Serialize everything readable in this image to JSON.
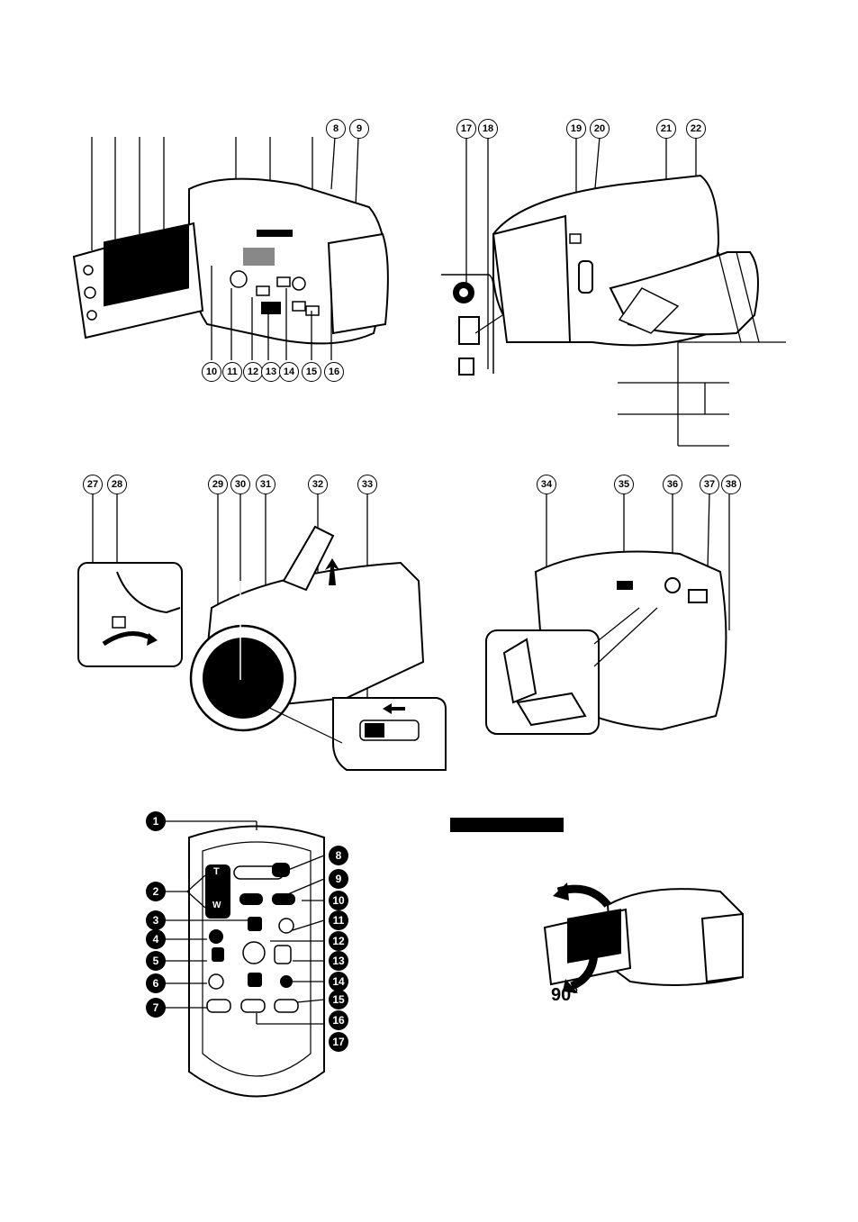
{
  "camera_front_labels": [
    "8",
    "9",
    "10",
    "11",
    "12",
    "13",
    "14",
    "15",
    "16"
  ],
  "camera_rear_labels": [
    "17",
    "18",
    "19",
    "20",
    "21",
    "22"
  ],
  "camera_bottom_left_labels": [
    "27",
    "28",
    "29",
    "30",
    "31",
    "32",
    "33"
  ],
  "camera_bottom_right_labels": [
    "34",
    "35",
    "36",
    "37",
    "38"
  ],
  "remote": {
    "labels": [
      "1",
      "2",
      "3",
      "4",
      "5",
      "6",
      "7",
      "8",
      "9",
      "10",
      "11",
      "12",
      "13",
      "14",
      "15",
      "16",
      "17"
    ],
    "zoom_t": "T",
    "zoom_w": "W"
  },
  "rotation": {
    "angle_label": "90°"
  },
  "icons": {
    "arrow": "arrow-icon",
    "remote": "remote-control-icon",
    "camera": "camcorder-icon"
  }
}
